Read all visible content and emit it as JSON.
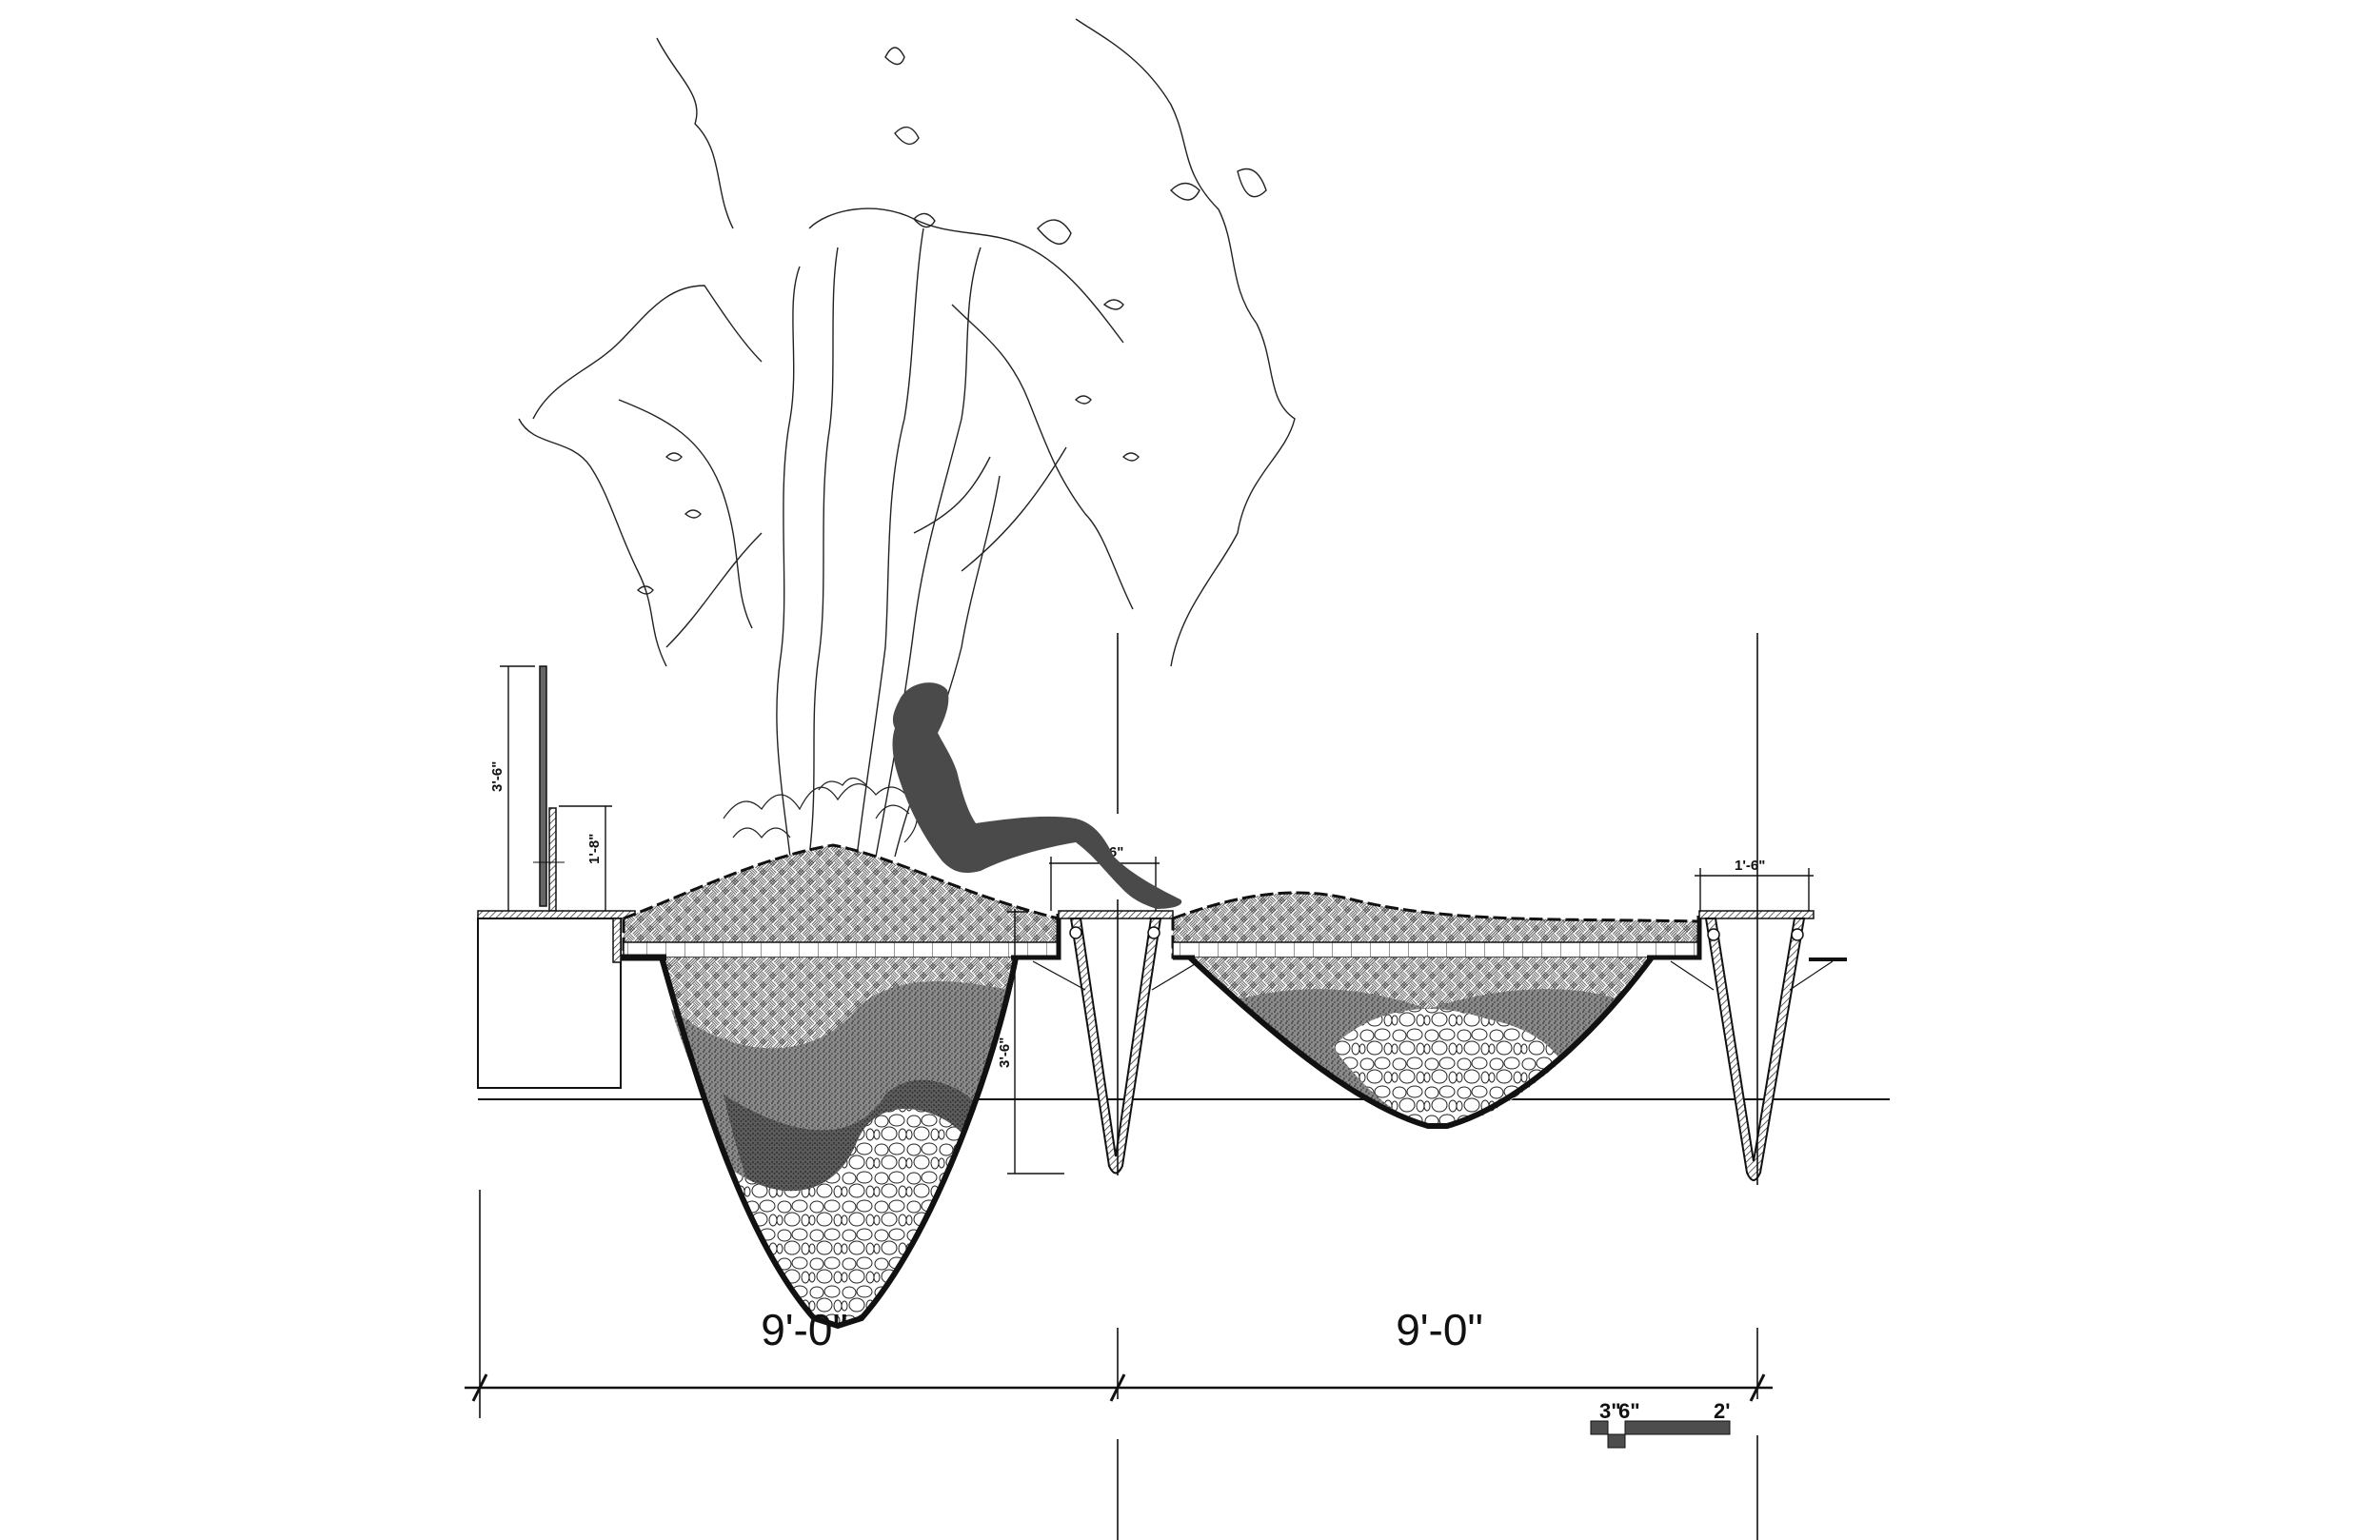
{
  "drawing": {
    "type": "architectural section",
    "subject": "planter / bench section with bioswale basins",
    "colors": {
      "line": "#111111",
      "silhouette": "#4a4a4a",
      "hatch_light": "#bdbdbd",
      "gravel_dark": "#6a6a6a",
      "scale_bar": "#4d4d4d"
    }
  },
  "dimensions": {
    "span_left": "9'-0\"",
    "span_right": "9'-0\"",
    "railing_height": "3'-6\"",
    "bench_back_height": "1'-8\"",
    "basin_depth": "3'-6\"",
    "bench_top_left": "1'-6\"",
    "bench_top_right": "1'-6\""
  },
  "scale_bar": {
    "labels": [
      "3\"",
      "6\"",
      "2'"
    ]
  },
  "figures": {
    "person": "seated-person-silhouette",
    "tree": "multi-stem-tree-outline",
    "shrubs": "planting-shrubs"
  }
}
